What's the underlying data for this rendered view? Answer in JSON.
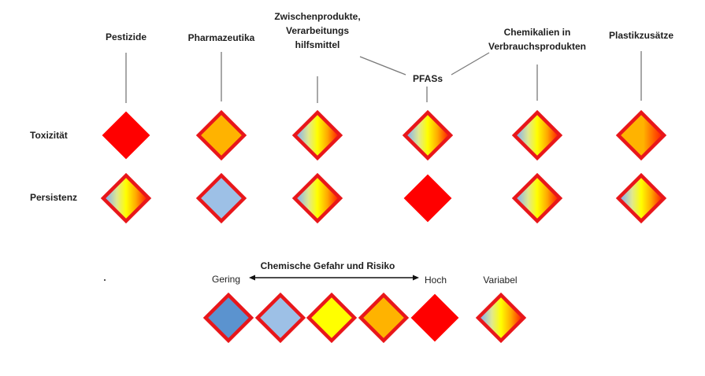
{
  "categories": [
    {
      "id": "pestizide",
      "label": "Pestizide",
      "toxicity": "high",
      "persistence": "variable"
    },
    {
      "id": "pharmazeutika",
      "label": "Pharmazeutika",
      "toxicity": "medium-high",
      "persistence": "low-medium"
    },
    {
      "id": "zwischenprodukte",
      "label": "Zwischenprodukte,\nVerarbeitungs\nhilfsmittel",
      "toxicity": "variable",
      "persistence": "variable"
    },
    {
      "id": "pfas",
      "label": "PFASs",
      "toxicity": "variable",
      "persistence": "high"
    },
    {
      "id": "chemikalien",
      "label": "Chemikalien in\nVerbrauchsprodukten",
      "toxicity": "variable",
      "persistence": "variable"
    },
    {
      "id": "plastikzusaetze",
      "label": "Plastikzusätze",
      "toxicity": "variable-high",
      "persistence": "variable"
    }
  ],
  "rows": {
    "toxicity": "Toxizität",
    "persistence": "Persistenz"
  },
  "legend": {
    "title": "Chemische Gefahr und Risiko",
    "low_label": "Gering",
    "high_label": "Hoch",
    "variable_label": "Variabel",
    "levels": [
      "low",
      "low-medium",
      "medium",
      "medium-high",
      "high",
      "variable"
    ]
  },
  "colors": {
    "low": "#5b93cf",
    "low-medium": "#9dc0e6",
    "medium": "#ffff00",
    "medium-high": "#ffb300",
    "high": "#ff0000",
    "border": "#e8161a",
    "line": "#7a7a7a"
  }
}
